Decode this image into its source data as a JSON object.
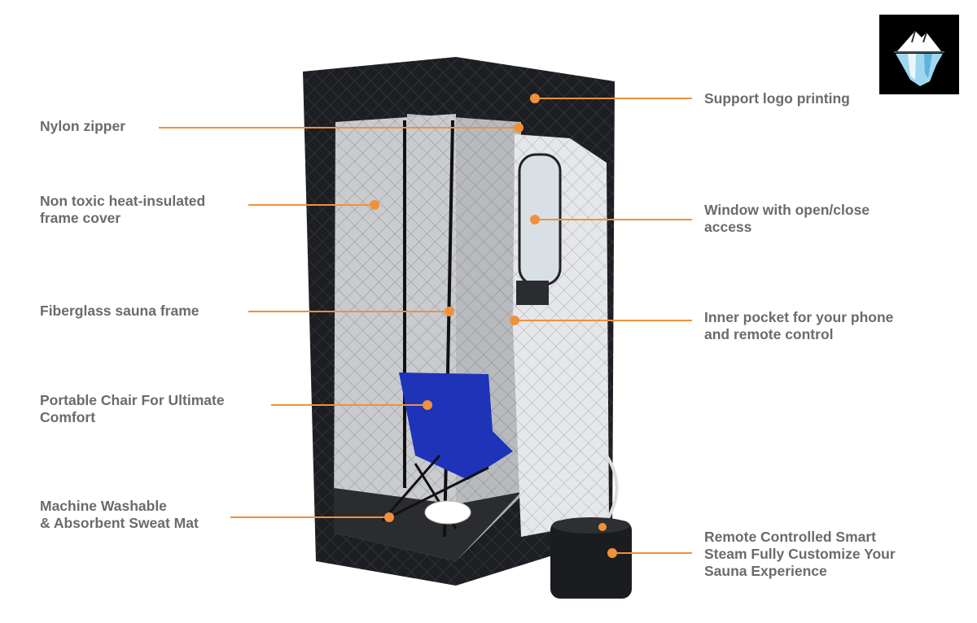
{
  "accent_color": "#f0913a",
  "text_color": "#6b6b6b",
  "logo": {
    "icon": "iceberg-logo-icon"
  },
  "callouts_left": [
    {
      "id": "nylon-zipper",
      "text": "Nylon zipper"
    },
    {
      "id": "frame-cover",
      "text": "Non toxic heat-insulated\nframe cover"
    },
    {
      "id": "sauna-frame",
      "text": "Fiberglass sauna frame"
    },
    {
      "id": "portable-chair",
      "text": "Portable Chair For Ultimate\nComfort"
    },
    {
      "id": "sweat-mat",
      "text": "Machine Washable\n& Absorbent Sweat Mat"
    }
  ],
  "callouts_right": [
    {
      "id": "logo-printing",
      "text": "Support logo printing"
    },
    {
      "id": "window",
      "text": "Window with open/close\naccess"
    },
    {
      "id": "inner-pocket",
      "text": "Inner pocket for your phone\nand remote control"
    },
    {
      "id": "smart-steam",
      "text": "Remote Controlled Smart\nSteam Fully Customize Your\nSauna Experience"
    }
  ]
}
